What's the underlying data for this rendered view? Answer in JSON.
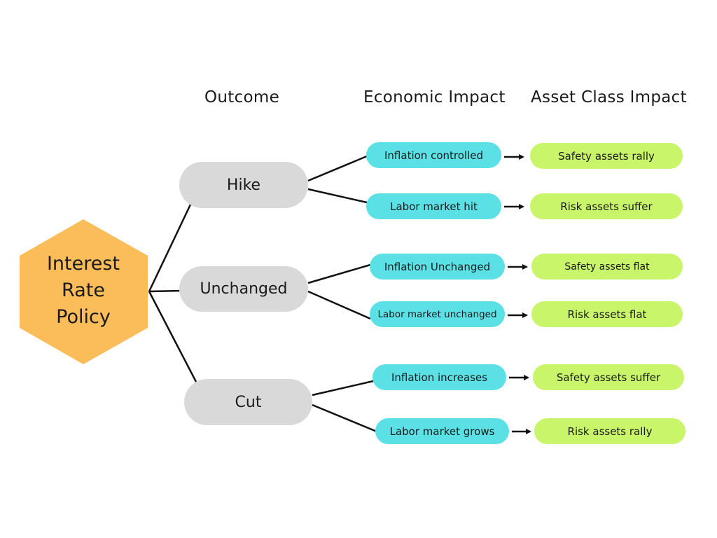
{
  "headers": {
    "outcome": "Outcome",
    "economic": "Economic Impact",
    "asset": "Asset Class Impact"
  },
  "root": {
    "lines": [
      "Interest",
      "Rate",
      "Policy"
    ],
    "color": "#fbbd5a"
  },
  "outcomes": [
    "Hike",
    "Unchanged",
    "Cut"
  ],
  "economic": [
    "Inflation controlled",
    "Labor market hit",
    "Inflation Unchanged",
    "Labor market unchanged",
    "Inflation increases",
    "Labor market grows"
  ],
  "assets": [
    "Safety assets rally",
    "Risk assets suffer",
    "Safety assets flat",
    "Risk assets flat",
    "Safety assets suffer",
    "Risk assets rally"
  ],
  "colors": {
    "outcome": "#d9d9d9",
    "economic": "#5be0e6",
    "asset": "#c9f56b",
    "line": "#111111"
  }
}
